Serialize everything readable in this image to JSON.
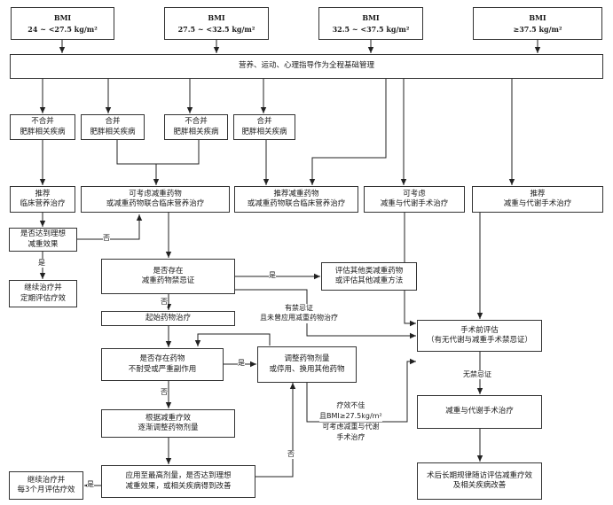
{
  "bmi": [
    {
      "title": "BMI",
      "range": "24 ~ <27.5 kg/m²"
    },
    {
      "title": "BMI",
      "range": "27.5 ~ <32.5 kg/m²"
    },
    {
      "title": "BMI",
      "range": "32.5 ~ <37.5 kg/m²"
    },
    {
      "title": "BMI",
      "range": "≥37.5 kg/m²"
    }
  ],
  "basic": "营养、运动、心理指导作为全程基础管理",
  "comorb": [
    {
      "l1": "不合并",
      "l2": "肥胖相关疾病"
    },
    {
      "l1": "合并",
      "l2": "肥胖相关疾病"
    },
    {
      "l1": "不合并",
      "l2": "肥胖相关疾病"
    },
    {
      "l1": "合并",
      "l2": "肥胖相关疾病"
    }
  ],
  "treat": [
    {
      "l1": "推荐",
      "l2": "临床营养治疗"
    },
    {
      "l1": "可考虑减重药物",
      "l2": "或减重药物联合临床营养治疗"
    },
    {
      "l1": "推荐减重药物",
      "l2": "或减重药物联合临床营养治疗"
    },
    {
      "l1": "可考虑",
      "l2": "减重与代谢手术治疗"
    },
    {
      "l1": "推荐",
      "l2": "减重与代谢手术治疗"
    }
  ],
  "ideal": {
    "l1": "是否达到理想",
    "l2": "减重效果"
  },
  "continue1": {
    "l1": "继续治疗并",
    "l2": "定期评估疗效"
  },
  "contra": {
    "l1": "是否存在",
    "l2": "减重药物禁忌证"
  },
  "other": {
    "l1": "评估其他类减重药物",
    "l2": "或评估其他减重方法"
  },
  "start": "起始药物治疗",
  "intol": {
    "l1": "是否存在药物",
    "l2": "不耐受或严重副作用"
  },
  "adjust": {
    "l1": "调整药物剂量",
    "l2": "或停用、换用其他药物"
  },
  "titrate": {
    "l1": "根据减重疗效",
    "l2": "逐渐调整药物剂量"
  },
  "maxdose": {
    "l1": "应用至最高剂量，是否达到理想",
    "l2": "减重效果，或相关疾病得到改善"
  },
  "continue3": {
    "l1": "继续治疗并",
    "l2": "每3个月评估疗效"
  },
  "preop": {
    "l1": "手术前评估",
    "l2": "（有无代谢与减重手术禁忌证）"
  },
  "surgery": "减重与代谢手术治疗",
  "postop": {
    "l1": "术后长期规律随访评估减重疗效",
    "l2": "及相关疾病改善"
  },
  "labels": {
    "yes": "是",
    "no": "否",
    "contra_note_1": "有禁忌证",
    "contra_note_2": "且未曾应用减重药物治疗",
    "no_contra": "无禁忌证",
    "poor_1": "疗效不佳",
    "poor_2": "且BMI≥27.5kg/m²",
    "poor_3": "可考虑减重与代谢",
    "poor_4": "手术治疗"
  }
}
